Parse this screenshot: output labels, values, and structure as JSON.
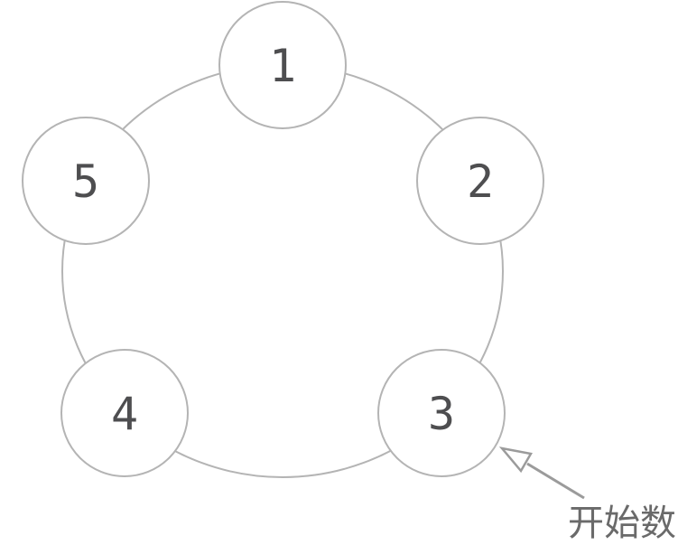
{
  "diagram": {
    "type": "circular-linked-ring",
    "nodes": [
      {
        "label": "1"
      },
      {
        "label": "2"
      },
      {
        "label": "3"
      },
      {
        "label": "4"
      },
      {
        "label": "5"
      }
    ],
    "annotation": {
      "label": "开始数",
      "points_to_node": "3"
    },
    "colors": {
      "background": "#ffffff",
      "node_outline": "#b4b4b4",
      "node_fill": "#ffffff",
      "digit": "#4e4e50",
      "arrow": "#9b9b9b",
      "annotation_text": "#6a6a6a"
    }
  }
}
